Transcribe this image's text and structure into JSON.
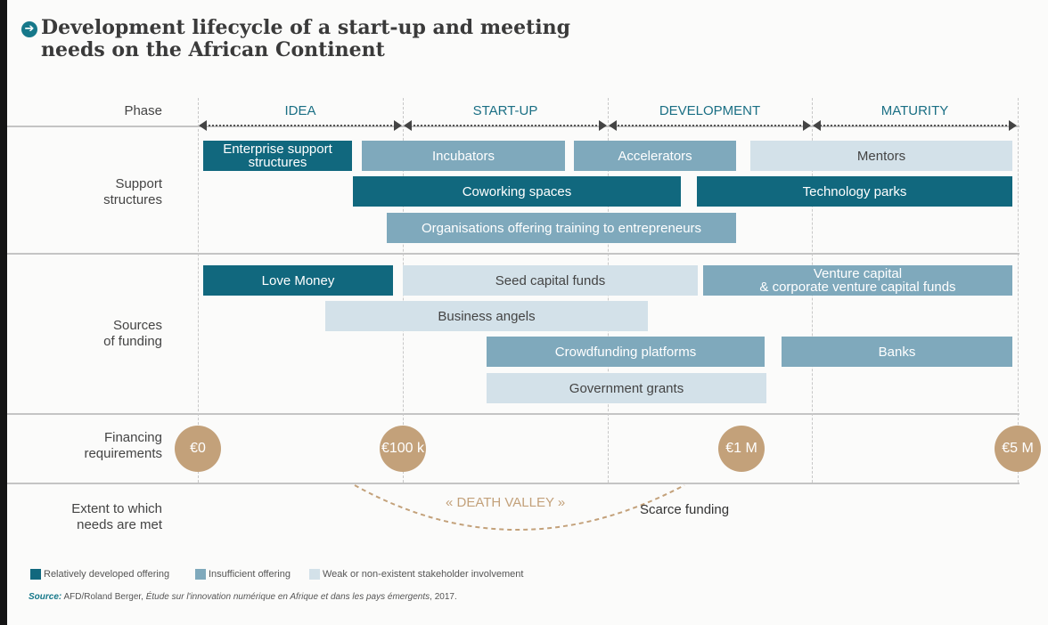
{
  "title": {
    "icon": "arrow-circle-icon",
    "line1": "Development lifecycle of a start-up and meeting",
    "line2": "needs on the African Continent"
  },
  "row_labels": {
    "phase": "Phase",
    "support_1": "Support",
    "support_2": "structures",
    "funding_1": "Sources",
    "funding_2": "of funding",
    "financing_1": "Financing",
    "financing_2": "requirements",
    "extent_1": "Extent to which",
    "extent_2": "needs are met"
  },
  "phases": [
    "IDEA",
    "START-UP",
    "DEVELOPMENT",
    "MATURITY"
  ],
  "support_structures": [
    {
      "line1": "Enterprise support",
      "line2": "structures",
      "level": "Relatively developed offering"
    },
    {
      "line1": "Incubators",
      "level": "Insufficient offering"
    },
    {
      "line1": "Accelerators",
      "level": "Insufficient offering"
    },
    {
      "line1": "Mentors",
      "level": "Weak or non-existent stakeholder involvement"
    },
    {
      "line1": "Coworking spaces",
      "level": "Relatively developed offering"
    },
    {
      "line1": "Technology parks",
      "level": "Relatively developed offering"
    },
    {
      "line1": "Organisations offering training to entrepreneurs",
      "level": "Insufficient offering"
    }
  ],
  "funding_sources": [
    {
      "line1": "Love Money",
      "level": "Relatively developed offering"
    },
    {
      "line1": "Seed capital funds",
      "level": "Weak or non-existent stakeholder involvement"
    },
    {
      "line1": "Venture capital",
      "line2": "& corporate venture capital funds",
      "level": "Insufficient offering"
    },
    {
      "line1": "Business angels",
      "level": "Weak or non-existent stakeholder involvement"
    },
    {
      "line1": "Crowdfunding platforms",
      "level": "Insufficient offering"
    },
    {
      "line1": "Banks",
      "level": "Insufficient offering"
    },
    {
      "line1": "Government grants",
      "level": "Weak or non-existent stakeholder involvement"
    }
  ],
  "financing_requirements": [
    "€0",
    "€100 k",
    "€1 M",
    "€5 M"
  ],
  "death_valley": "« DEATH VALLEY »",
  "scarce_funding": "Scarce funding",
  "legend": [
    {
      "label": "Relatively developed offering",
      "color": "#11687e"
    },
    {
      "label": "Insufficient offering",
      "color": "#7fa9bc"
    },
    {
      "label": "Weak or non-existent stakeholder involvement",
      "color": "#d3e1e9"
    }
  ],
  "source": {
    "label": "Source:",
    "text_pre": "AFD/Roland Berger, ",
    "title_italic": "Étude sur l'innovation numérique en Afrique et dans les pays émergents",
    "year": ", 2017."
  }
}
